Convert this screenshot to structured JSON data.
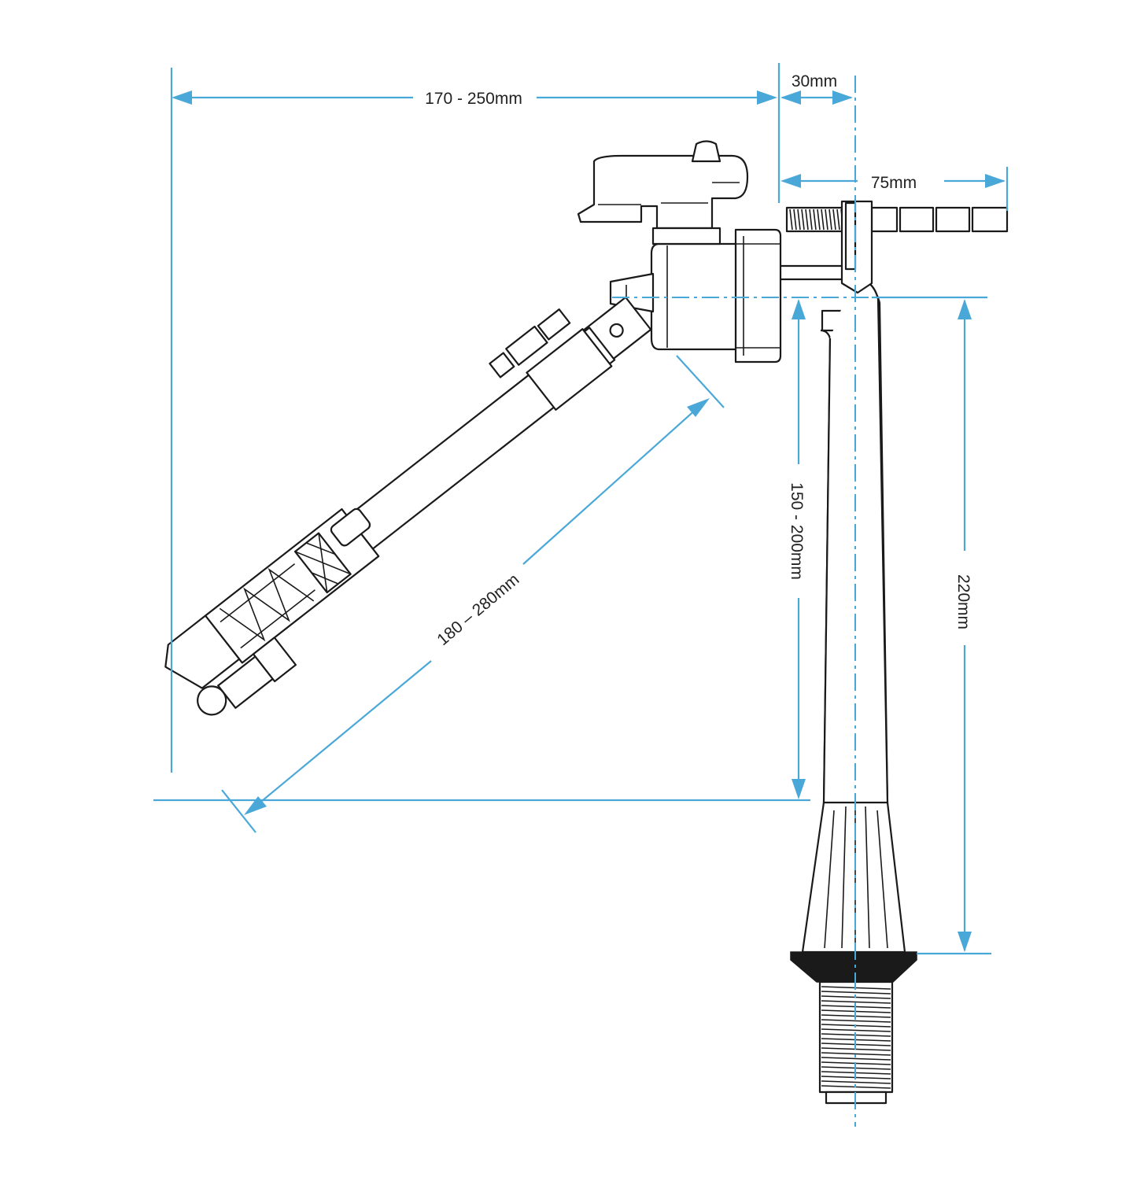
{
  "dimensions": {
    "width_range": "170 - 250mm",
    "offset": "30mm",
    "shank_length": "75mm",
    "diagonal_range": "180 – 280mm",
    "height_range": "150 - 200mm",
    "total_height": "220mm"
  },
  "colors": {
    "dimension_lines": "#4aa8d8",
    "outline": "#1a1a1a",
    "background": "#ffffff"
  }
}
